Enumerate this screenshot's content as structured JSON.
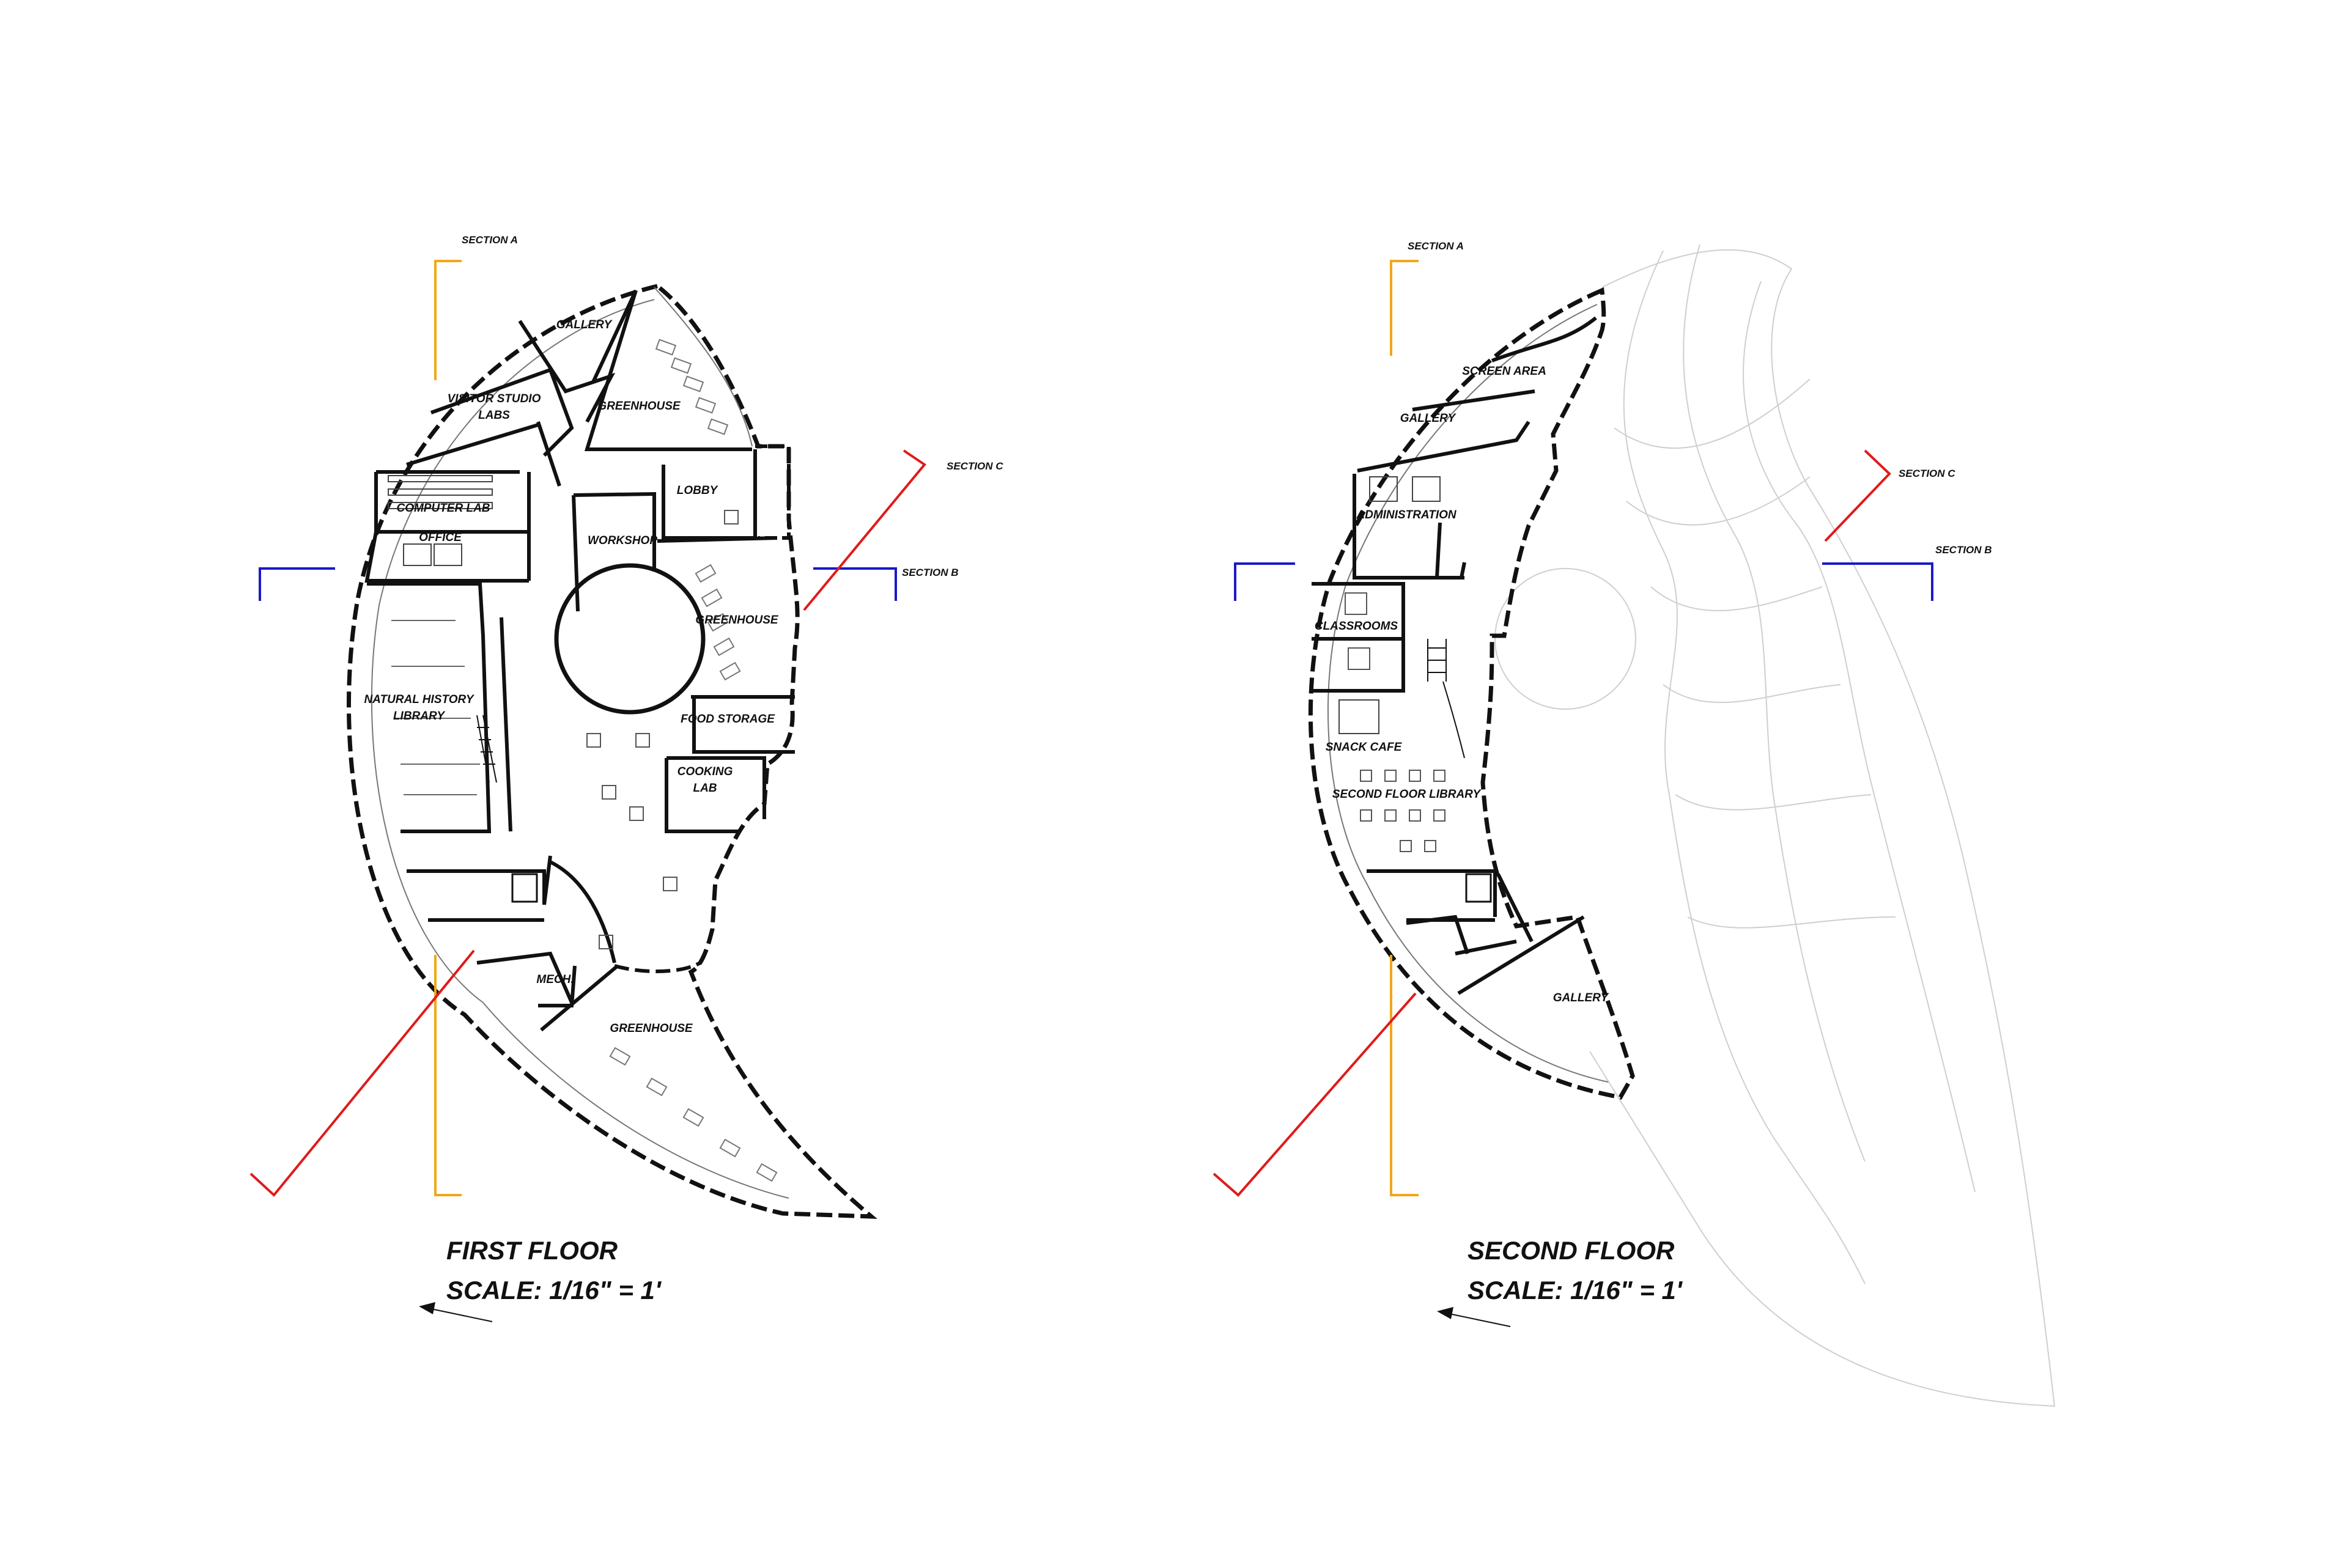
{
  "colors": {
    "section_a": "#f0a818",
    "section_b": "#1a1ac8",
    "section_c": "#e01a1a",
    "wall": "#111111",
    "context_outline": "#cfcfcf"
  },
  "first_floor": {
    "title": "FIRST FLOOR",
    "scale": "SCALE: 1/16\" = 1'",
    "section_labels": {
      "a": "SECTION A",
      "b": "SECTION B",
      "c": "SECTION C"
    },
    "rooms": {
      "gallery": "GALLERY",
      "greenhouse_top": "GREENHOUSE",
      "visitor_studio_1": "VISITOR STUDIO",
      "visitor_studio_2": "LABS",
      "computer_lab": "COMPUTER LAB",
      "office": "OFFICE",
      "lobby": "LOBBY",
      "workshop": "WORKSHOP",
      "greenhouse_mid": "GREENHOUSE",
      "library_1": "NATURAL HISTORY",
      "library_2": "LIBRARY",
      "food_storage": "FOOD STORAGE",
      "cooking_lab_1": "COOKING",
      "cooking_lab_2": "LAB",
      "mech": "MECH.",
      "greenhouse_bottom": "GREENHOUSE"
    }
  },
  "second_floor": {
    "title": "SECOND FLOOR",
    "scale": "SCALE: 1/16\" = 1'",
    "section_labels": {
      "a": "SECTION A",
      "b": "SECTION B",
      "c": "SECTION C"
    },
    "rooms": {
      "screen_area": "SCREEN AREA",
      "gallery_top": "GALLERY",
      "administration": "ADMINISTRATION",
      "classrooms": "CLASSROOMS",
      "snack_cafe": "SNACK CAFE",
      "library": "SECOND FLOOR LIBRARY",
      "gallery_bottom": "GALLERY"
    }
  },
  "icons": [
    "north-arrow-icon",
    "section-marker-icon",
    "stair-icon",
    "table-icon"
  ]
}
